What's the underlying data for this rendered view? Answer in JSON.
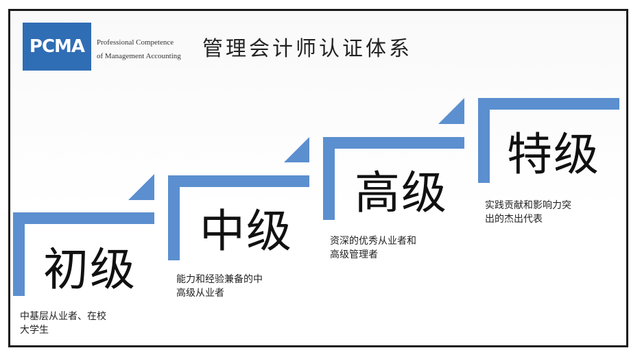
{
  "logo": {
    "text": "PCMA",
    "subtitle_line1": "Professional Competence",
    "subtitle_line2": "of Management Accounting",
    "color": "#2f6db5"
  },
  "title": "管理会计师认证体系",
  "step_color": "#5b8fcf",
  "levels": [
    {
      "name": "初级",
      "desc_line1": "中基层从业者、在校",
      "desc_line2": "大学生"
    },
    {
      "name": "中级",
      "desc_line1": "能力和经验兼备的中",
      "desc_line2": "高级从业者"
    },
    {
      "name": "高级",
      "desc_line1": "资深的优秀从业者和",
      "desc_line2": "高级管理者"
    },
    {
      "name": "特级",
      "desc_line1": "实践贡献和影响力突",
      "desc_line2": "出的杰出代表"
    }
  ]
}
